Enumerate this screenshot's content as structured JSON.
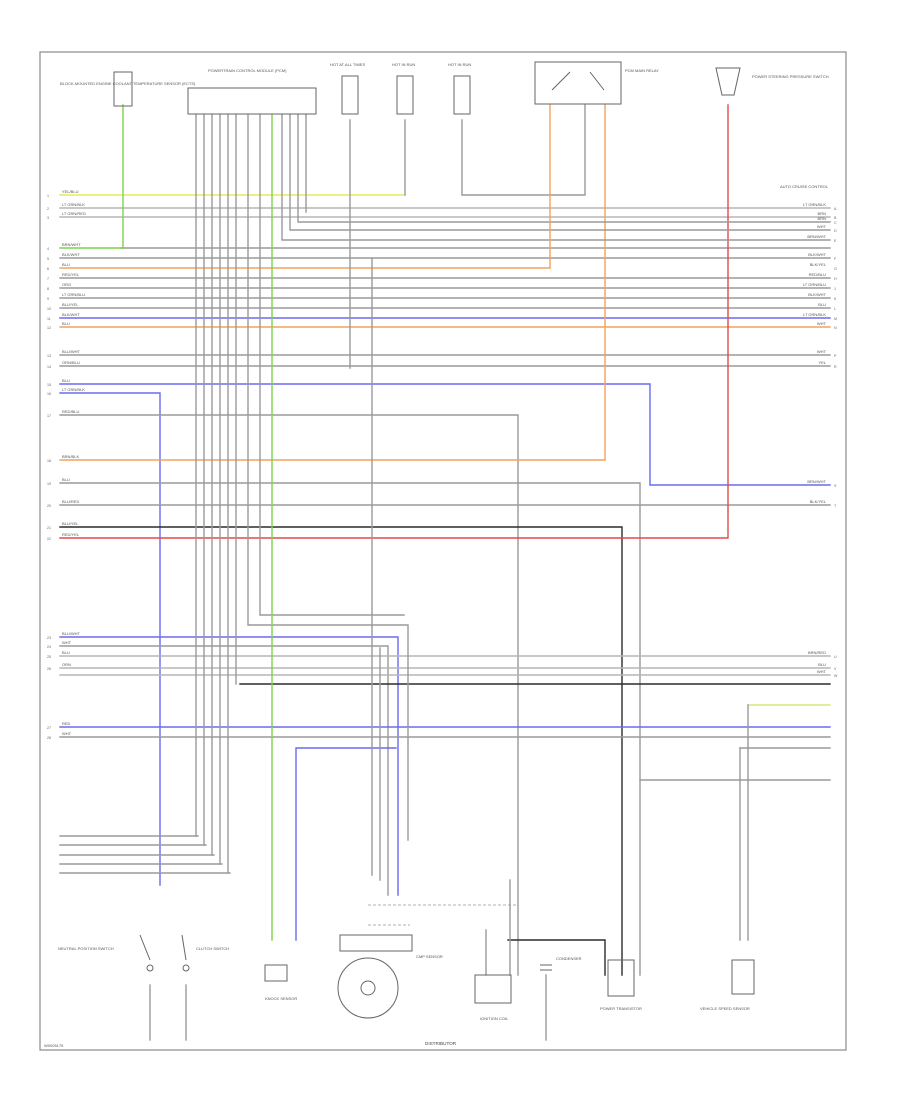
{
  "page": {
    "corner_code": "W0005175",
    "bottom_caption": "DISTRIBUTOR"
  },
  "colors": {
    "black": "#2c2c2c",
    "gray": "#9a9a9a",
    "light_gray": "#c4c4c4",
    "green": "#7ad34a",
    "yellow": "#e8e85a",
    "orange": "#f2a35a",
    "blue": "#6a6af0",
    "red": "#e04b4b",
    "wire_light": "#b5b5b5"
  },
  "components": {
    "top_left_sensor": {
      "text": "BLOCK-MOUNTED ENGINE COOLANT TEMPERATURE SENSOR (ECTS)"
    },
    "top_ecm_connector": {
      "text": "POWERTRAIN CONTROL MODULE (PCM)"
    },
    "fuse_1": {
      "text": "HOT AT ALL TIMES"
    },
    "fuse_2": {
      "text": "HOT IN RUN"
    },
    "fuse_3": {
      "text": "HOT IN RUN"
    },
    "relay_box": {
      "text": "PCM MAIN RELAY"
    },
    "top_right_switch": {
      "text": "POWER STEERING PRESSURE SWITCH"
    },
    "right_note": {
      "text": "AUTO CRUISE CONTROL"
    },
    "neutral_switch": {
      "text": "NEUTRAL POSITION SWITCH"
    },
    "clutch_switch": {
      "text": "CLUTCH SWITCH"
    },
    "sensor_b": {
      "text": "KNOCK SENSOR"
    },
    "distributor": {
      "text": "DISTRIBUTOR"
    },
    "distributor_note": {
      "text": "CMP SENSOR"
    },
    "ignition_coil": {
      "text": "IGNITION COIL"
    },
    "capacitor": {
      "text": "CONDENSER"
    },
    "power_transistor": {
      "text": "POWER TRANSISTOR"
    },
    "vss": {
      "text": "VEHICLE SPEED SENSOR"
    }
  },
  "left_labels": [
    "YEL/BLU",
    "LT GRN/BLK",
    "LT GRN/RED",
    "BRN/WHT",
    "BLK/WHT",
    "BLU",
    "RED/YEL",
    "ORG",
    "LT GRN/BLU",
    "BLU/YEL",
    "BLK/WHT",
    "BLU",
    "BLU/WHT",
    "ORN/BLU",
    "BLU",
    "LT GRN/BLK",
    "RED/BLU",
    "BRN/BLK",
    "BLU",
    "BLU/RED",
    "BLU/YEL",
    "RED/YEL",
    "BLU/WHT",
    "WHT",
    "BLU",
    "ORN",
    "RED",
    "WHT"
  ],
  "right_labels": [
    "LT GRN/BLK",
    "BRN",
    "BRN",
    "WHT",
    "BRN/WHT",
    "BLK/WHT",
    "BLK/YEL",
    "RED/BLU",
    "LT GRN/BLU",
    "BLK/WHT",
    "BLU",
    "LT GRN/BLK",
    "WHT",
    "WHT",
    "YEL",
    "BRN/WHT",
    "BLK/YEL",
    "BRN/RED",
    "BLU",
    "WHT"
  ],
  "pins_left": [
    "1",
    "2",
    "3",
    "4",
    "5",
    "6",
    "7",
    "8",
    "9",
    "10",
    "11",
    "12",
    "13",
    "14",
    "15",
    "16",
    "17",
    "18",
    "19",
    "20",
    "21",
    "22",
    "23",
    "24",
    "25",
    "26",
    "27",
    "28"
  ],
  "pins_right": [
    "A",
    "B",
    "C",
    "D",
    "E",
    "F",
    "G",
    "H",
    "J",
    "K",
    "L",
    "M",
    "N",
    "P",
    "R",
    "S",
    "T",
    "U",
    "V",
    "W"
  ]
}
